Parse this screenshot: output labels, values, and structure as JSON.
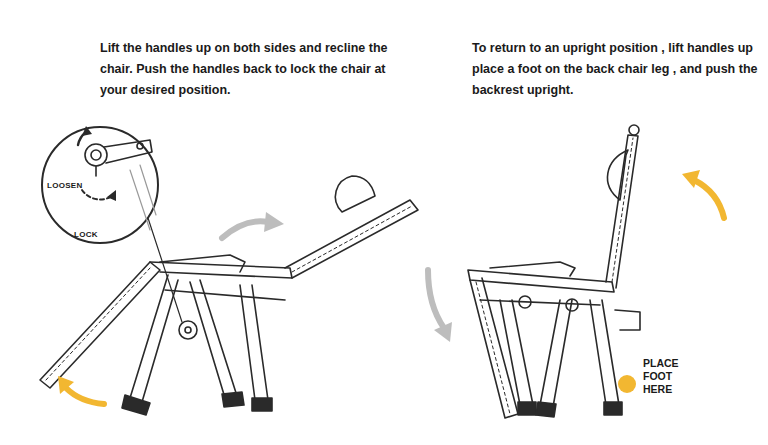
{
  "diagram": {
    "labels": [
      "Lift the handles up on both sides and recline the chair. Push the handles back to lock the chair at your desired position.",
      "To return to an upright position , lift handles up place a foot on the back chair leg , and push the backrest upright.",
      "LOOSEN",
      "LOCK",
      "PLACE FOOT HERE"
    ]
  }
}
